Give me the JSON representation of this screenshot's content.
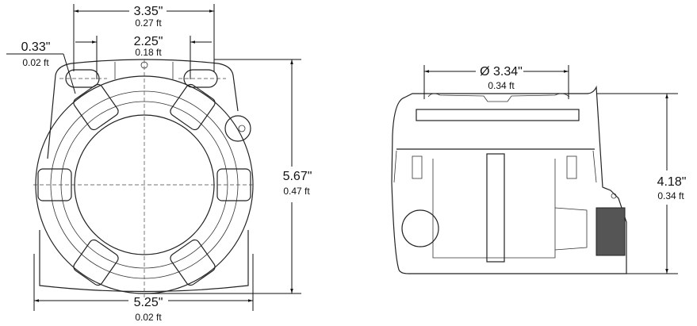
{
  "front_view": {
    "top_width": {
      "value": "3.35\"",
      "alt": "0.27 ft"
    },
    "slot_spacing": {
      "value": "2.25\"",
      "alt": "0.18 ft"
    },
    "slot_width": {
      "value": "0.33\"",
      "alt": "0.02 ft"
    },
    "height": {
      "value": "5.67\"",
      "alt": "0.47 ft"
    },
    "width": {
      "value": "5.25\"",
      "alt": "0.02 ft"
    }
  },
  "side_view": {
    "diameter": {
      "value": "Ø 3.34\"",
      "alt": "0.34 ft"
    },
    "height": {
      "value": "4.18\"",
      "alt": "0.34 ft"
    }
  }
}
